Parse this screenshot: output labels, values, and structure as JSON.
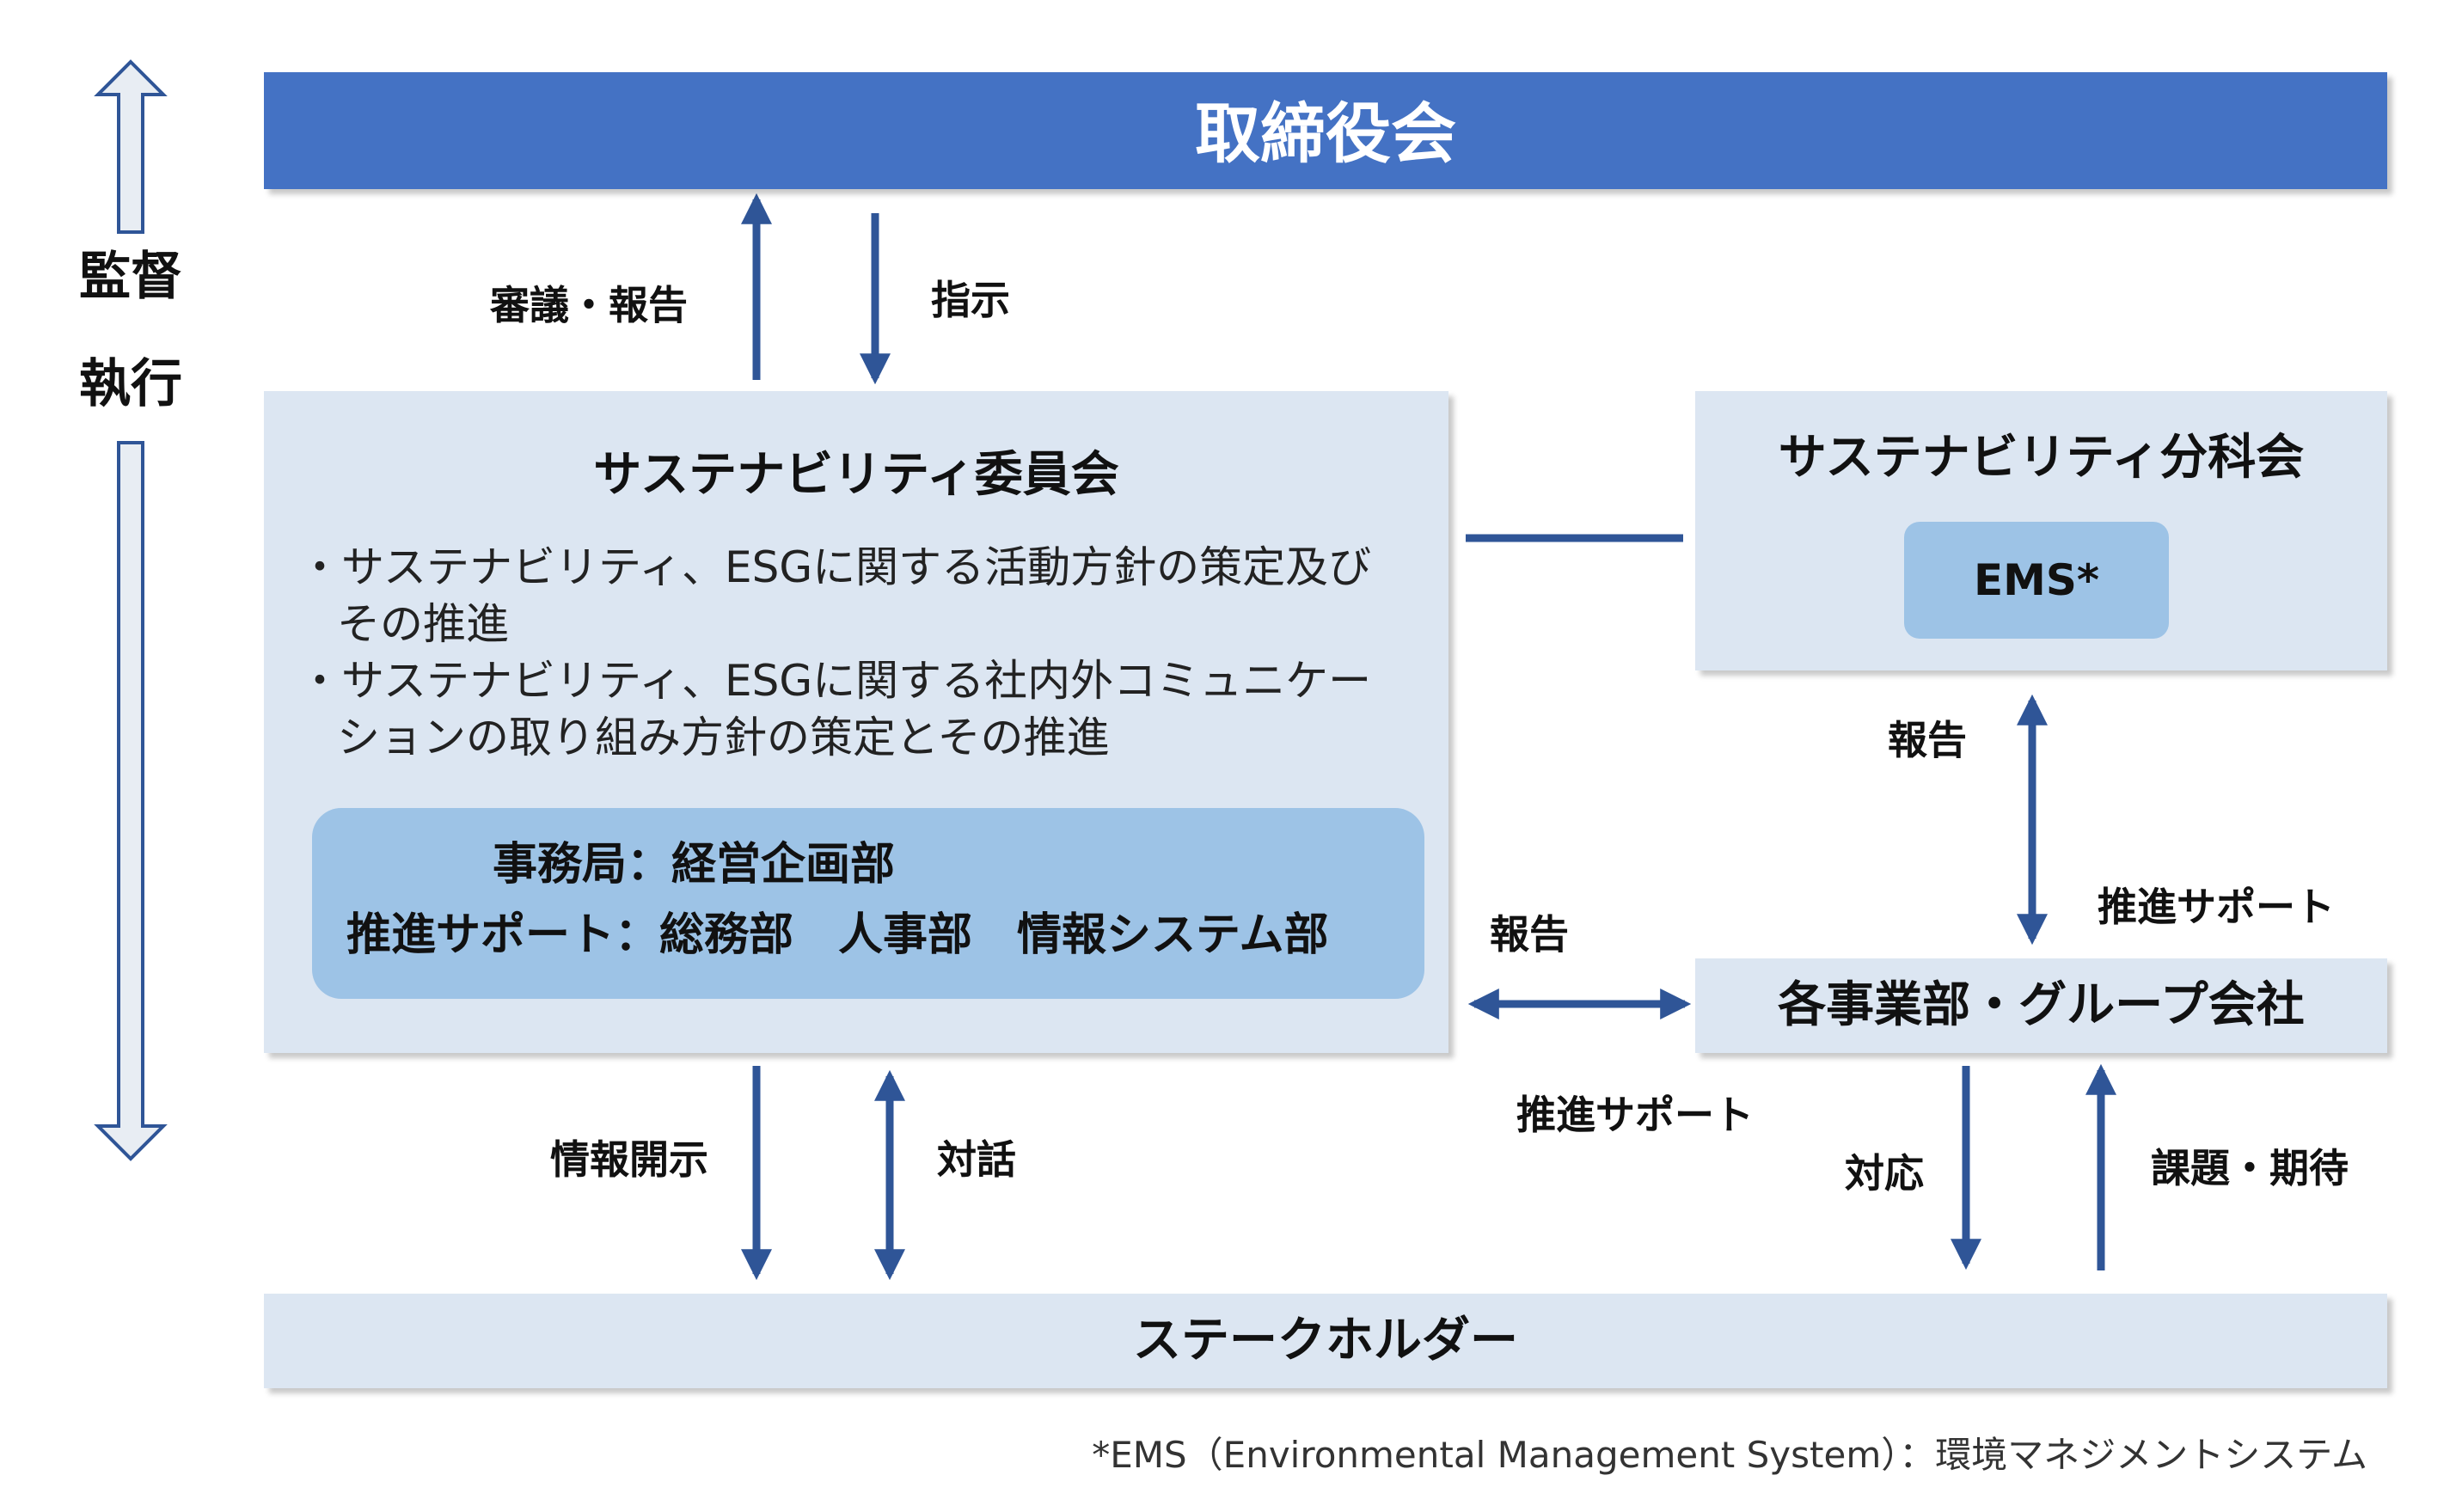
{
  "board": {
    "title": "取締役会"
  },
  "side_axis": {
    "supervision": "監督",
    "execution": "執行"
  },
  "committee": {
    "title": "サステナビリティ委員会",
    "bullets": [
      "・サステナビリティ、ESGに関する活動方針の策定及びその推進",
      "・サステナビリティ、ESGに関する社内外コミュニケーションの取り組み方針の策定とその推進"
    ],
    "secretariat_line": "事務局：経営企画部",
    "support_line": "推進サポート：総務部　人事部　情報システム部"
  },
  "subcommittee": {
    "title": "サステナビリティ分科会",
    "ems_label": "EMS*"
  },
  "divisions": {
    "title": "各事業部・グループ会社"
  },
  "stakeholders": {
    "title": "ステークホルダー"
  },
  "labels": {
    "deliberation_report": "審議・報告",
    "instruction": "指示",
    "report_subcommittee": "報告",
    "support_subcommittee": "推進サポート",
    "report_divisions": "報告",
    "support_divisions": "推進サポート",
    "disclosure": "情報開示",
    "dialogue": "対話",
    "response": "対応",
    "issues_expectations": "課題・期待"
  },
  "footnote": "*EMS（Environmental Management System）：環境マネジメントシステム",
  "colors": {
    "board": "#4472c4",
    "panel": "#dce6f2",
    "inner": "#9dc3e6",
    "arrow": "#2f5597"
  }
}
